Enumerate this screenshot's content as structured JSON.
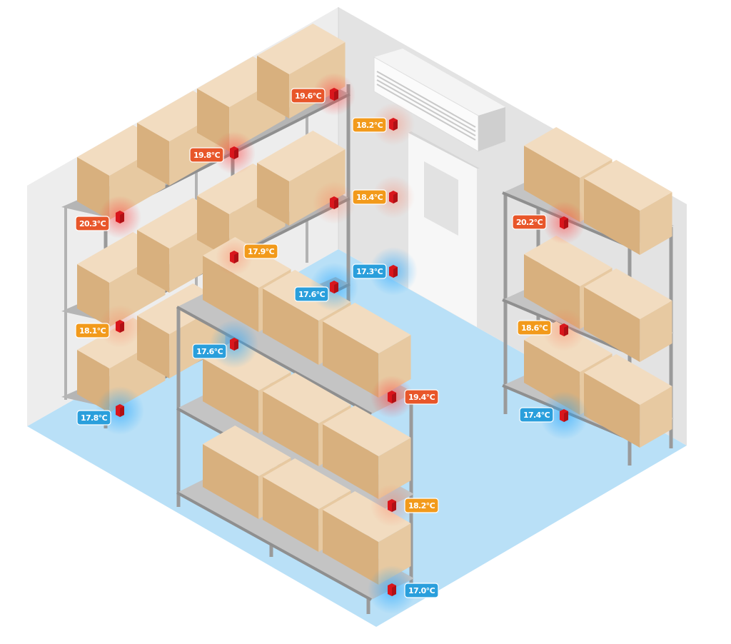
{
  "palette": {
    "hot": "#e8562a",
    "warm": "#f29a1b",
    "cool": "#2a9fdc",
    "floor": "#b9e0f7",
    "wall_left": "#ececec",
    "wall_right": "#e4e4e4",
    "shelf_metal": "#9a9a9a",
    "box_front": "#e7c9a1",
    "box_top": "#f2dcc0",
    "box_side": "#d8b07e",
    "sensor": "#d9161c"
  },
  "icons": {
    "sensor": "temperature-sensor-icon",
    "air_unit": "air-conditioner-icon"
  },
  "sensors": [
    {
      "id": "s1",
      "label": "19.6°C",
      "level": "hot"
    },
    {
      "id": "s2",
      "label": "18.2°C",
      "level": "warm"
    },
    {
      "id": "s3",
      "label": "19.8°C",
      "level": "hot"
    },
    {
      "id": "s4",
      "label": "18.4°C",
      "level": "warm"
    },
    {
      "id": "s5",
      "label": "20.3°C",
      "level": "hot"
    },
    {
      "id": "s6",
      "label": "20.2°C",
      "level": "hot"
    },
    {
      "id": "s7",
      "label": "17.9°C",
      "level": "warm"
    },
    {
      "id": "s8",
      "label": "17.3°C",
      "level": "cool"
    },
    {
      "id": "s9",
      "label": "17.6°C",
      "level": "cool"
    },
    {
      "id": "s10",
      "label": "18.1°C",
      "level": "warm"
    },
    {
      "id": "s11",
      "label": "18.6°C",
      "level": "warm"
    },
    {
      "id": "s12",
      "label": "17.6°C",
      "level": "cool"
    },
    {
      "id": "s13",
      "label": "19.4°C",
      "level": "hot"
    },
    {
      "id": "s14",
      "label": "17.8°C",
      "level": "cool"
    },
    {
      "id": "s15",
      "label": "17.4°C",
      "level": "cool"
    },
    {
      "id": "s16",
      "label": "18.2°C",
      "level": "warm"
    },
    {
      "id": "s17",
      "label": "17.0°C",
      "level": "cool"
    }
  ]
}
